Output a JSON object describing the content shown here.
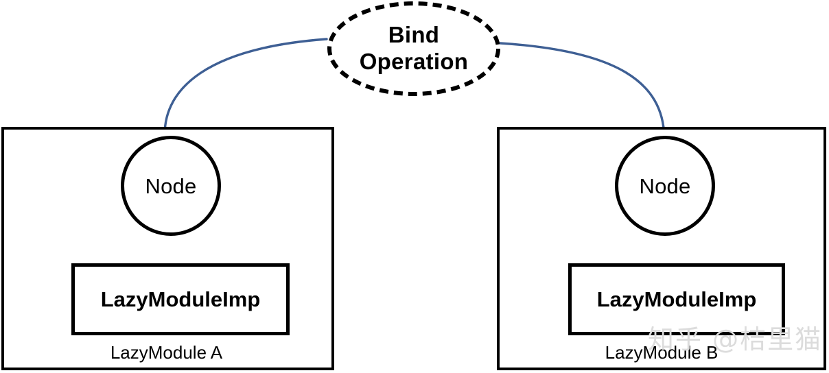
{
  "diagram": {
    "title": "LazyModule bind operation diagram",
    "colors": {
      "edge": "#3e5f94",
      "stroke": "#000000",
      "background": "#ffffff",
      "watermark": "#dcdcdc"
    },
    "bind_node": {
      "label_line1": "Bind",
      "label_line2": "Operation",
      "shape": "dashed-ellipse"
    },
    "modules": [
      {
        "id": "module-a",
        "caption": "LazyModule A",
        "node_label": "Node",
        "imp_label": "LazyModuleImp"
      },
      {
        "id": "module-b",
        "caption": "LazyModule B",
        "node_label": "Node",
        "imp_label": "LazyModuleImp"
      }
    ],
    "edges": [
      {
        "id": "edge-a",
        "from": "module-a.node",
        "to": "bind-operation"
      },
      {
        "id": "edge-b",
        "from": "bind-operation",
        "to": "module-b.node"
      }
    ],
    "watermark": "知乎 @桔里猫"
  }
}
